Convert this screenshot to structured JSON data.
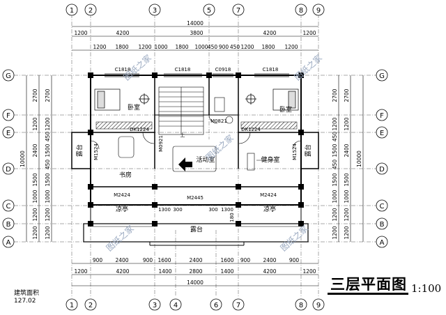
{
  "drawing_title": "三层平面图",
  "scale": "1:100",
  "area_label": "建筑面积",
  "area_value": "127.02",
  "watermark": "图纸之家",
  "axes_vertical": [
    "1",
    "2",
    "3",
    "4",
    "5",
    "6",
    "7",
    "8",
    "9"
  ],
  "axes_horizontal": [
    "A",
    "B",
    "C",
    "D",
    "E",
    "F",
    "G"
  ],
  "dims": {
    "top_total": "14000",
    "top_2": [
      "1200",
      "4200",
      "3800",
      "4200",
      "1200"
    ],
    "top_3": [
      "1200",
      "1800",
      "1200",
      "1000",
      "1800",
      "1000",
      "450",
      "900",
      "450",
      "1200",
      "1800",
      "1200"
    ],
    "bottom_1": [
      "900",
      "2400",
      "900",
      "1600",
      "2400",
      "1600",
      "900",
      "2400",
      "900"
    ],
    "bottom_2": [
      "1200",
      "4200",
      "1400",
      "2800",
      "1400",
      "4200",
      "1200"
    ],
    "bottom_total": "14000",
    "left_1": [
      "2700",
      "1200",
      "450",
      "1500",
      "450",
      "1500",
      "1000",
      "1200",
      "1200"
    ],
    "left_2": [
      "2700",
      "1200",
      "2400",
      "1500",
      "1000",
      "1200",
      "1200"
    ],
    "left_total": "10000",
    "right_1": [
      "2700",
      "1200",
      "450",
      "1500",
      "450",
      "1500",
      "1000",
      "1200",
      "1200"
    ],
    "right_2": [
      "2700",
      "1200",
      "2400",
      "1500",
      "1000",
      "1200",
      "1200"
    ],
    "right_total": "10000"
  },
  "rooms": {
    "bedroom": "卧室",
    "study": "书房",
    "balcony": "露台",
    "activity": "活动室",
    "gym": "健身室",
    "cool_pavilion": "凉亭",
    "terrace": "露台"
  },
  "labels": {
    "win_c1818": "C1818",
    "win_c0918": "C0918",
    "door_dk1224": "DK1224",
    "door_m0921": "M0921",
    "door_m0821": "M0821",
    "door_m1524": "M1524",
    "beam_m2424": "M2424",
    "beam_m2445": "M2445",
    "d1300": "1300",
    "d300": "300",
    "d180": "180",
    "up": "上"
  }
}
